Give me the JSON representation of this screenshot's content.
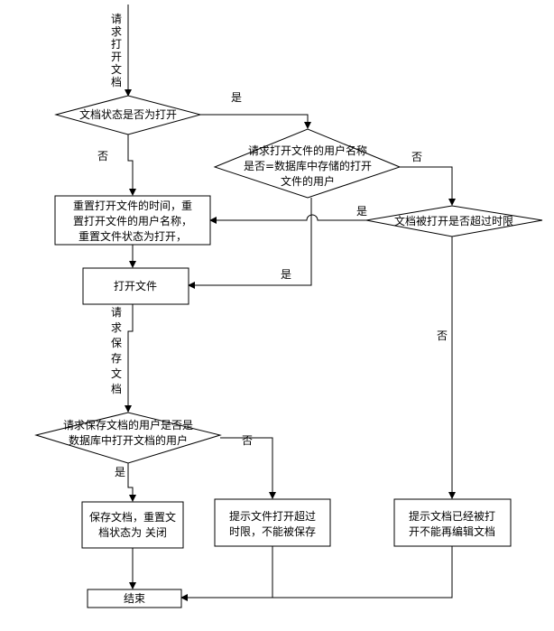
{
  "diagram": {
    "nodes": {
      "start_label": [
        "请",
        "求",
        "打",
        "开",
        "文",
        "档"
      ],
      "d_status_open": "文档状态是否为打开",
      "d_user_match": [
        "请求打开文件的用户名称",
        "是否=数据库中存储的打开",
        "文件的用户"
      ],
      "p_reset": [
        "重置打开文件的时间，重",
        "置打开文件的用户名称，",
        "重置文件状态为打开，"
      ],
      "d_timeout": "文档被打开是否超过时限",
      "p_open_file": "打开文件",
      "save_request_label": [
        "请",
        "求",
        "保",
        "存",
        "文",
        "档"
      ],
      "d_save_user": [
        "请求保存文档的用户是否是",
        "数据库中打开文档的用户"
      ],
      "p_save_doc": [
        "保存文档，重置文",
        "档状态为 关闭"
      ],
      "p_timeout_msg": [
        "提示文件打开超过",
        "时限，不能被保存"
      ],
      "p_locked_msg": [
        "提示文档已经被打",
        "开不能再编辑文档"
      ],
      "p_end": "结束"
    },
    "edge_labels": {
      "yes_status": "是",
      "no_status": "否",
      "no_user": "否",
      "yes_timeout": "是",
      "yes_user": "是",
      "no_timeout": "否",
      "no_save_user": "否",
      "yes_save_user": "是"
    }
  }
}
